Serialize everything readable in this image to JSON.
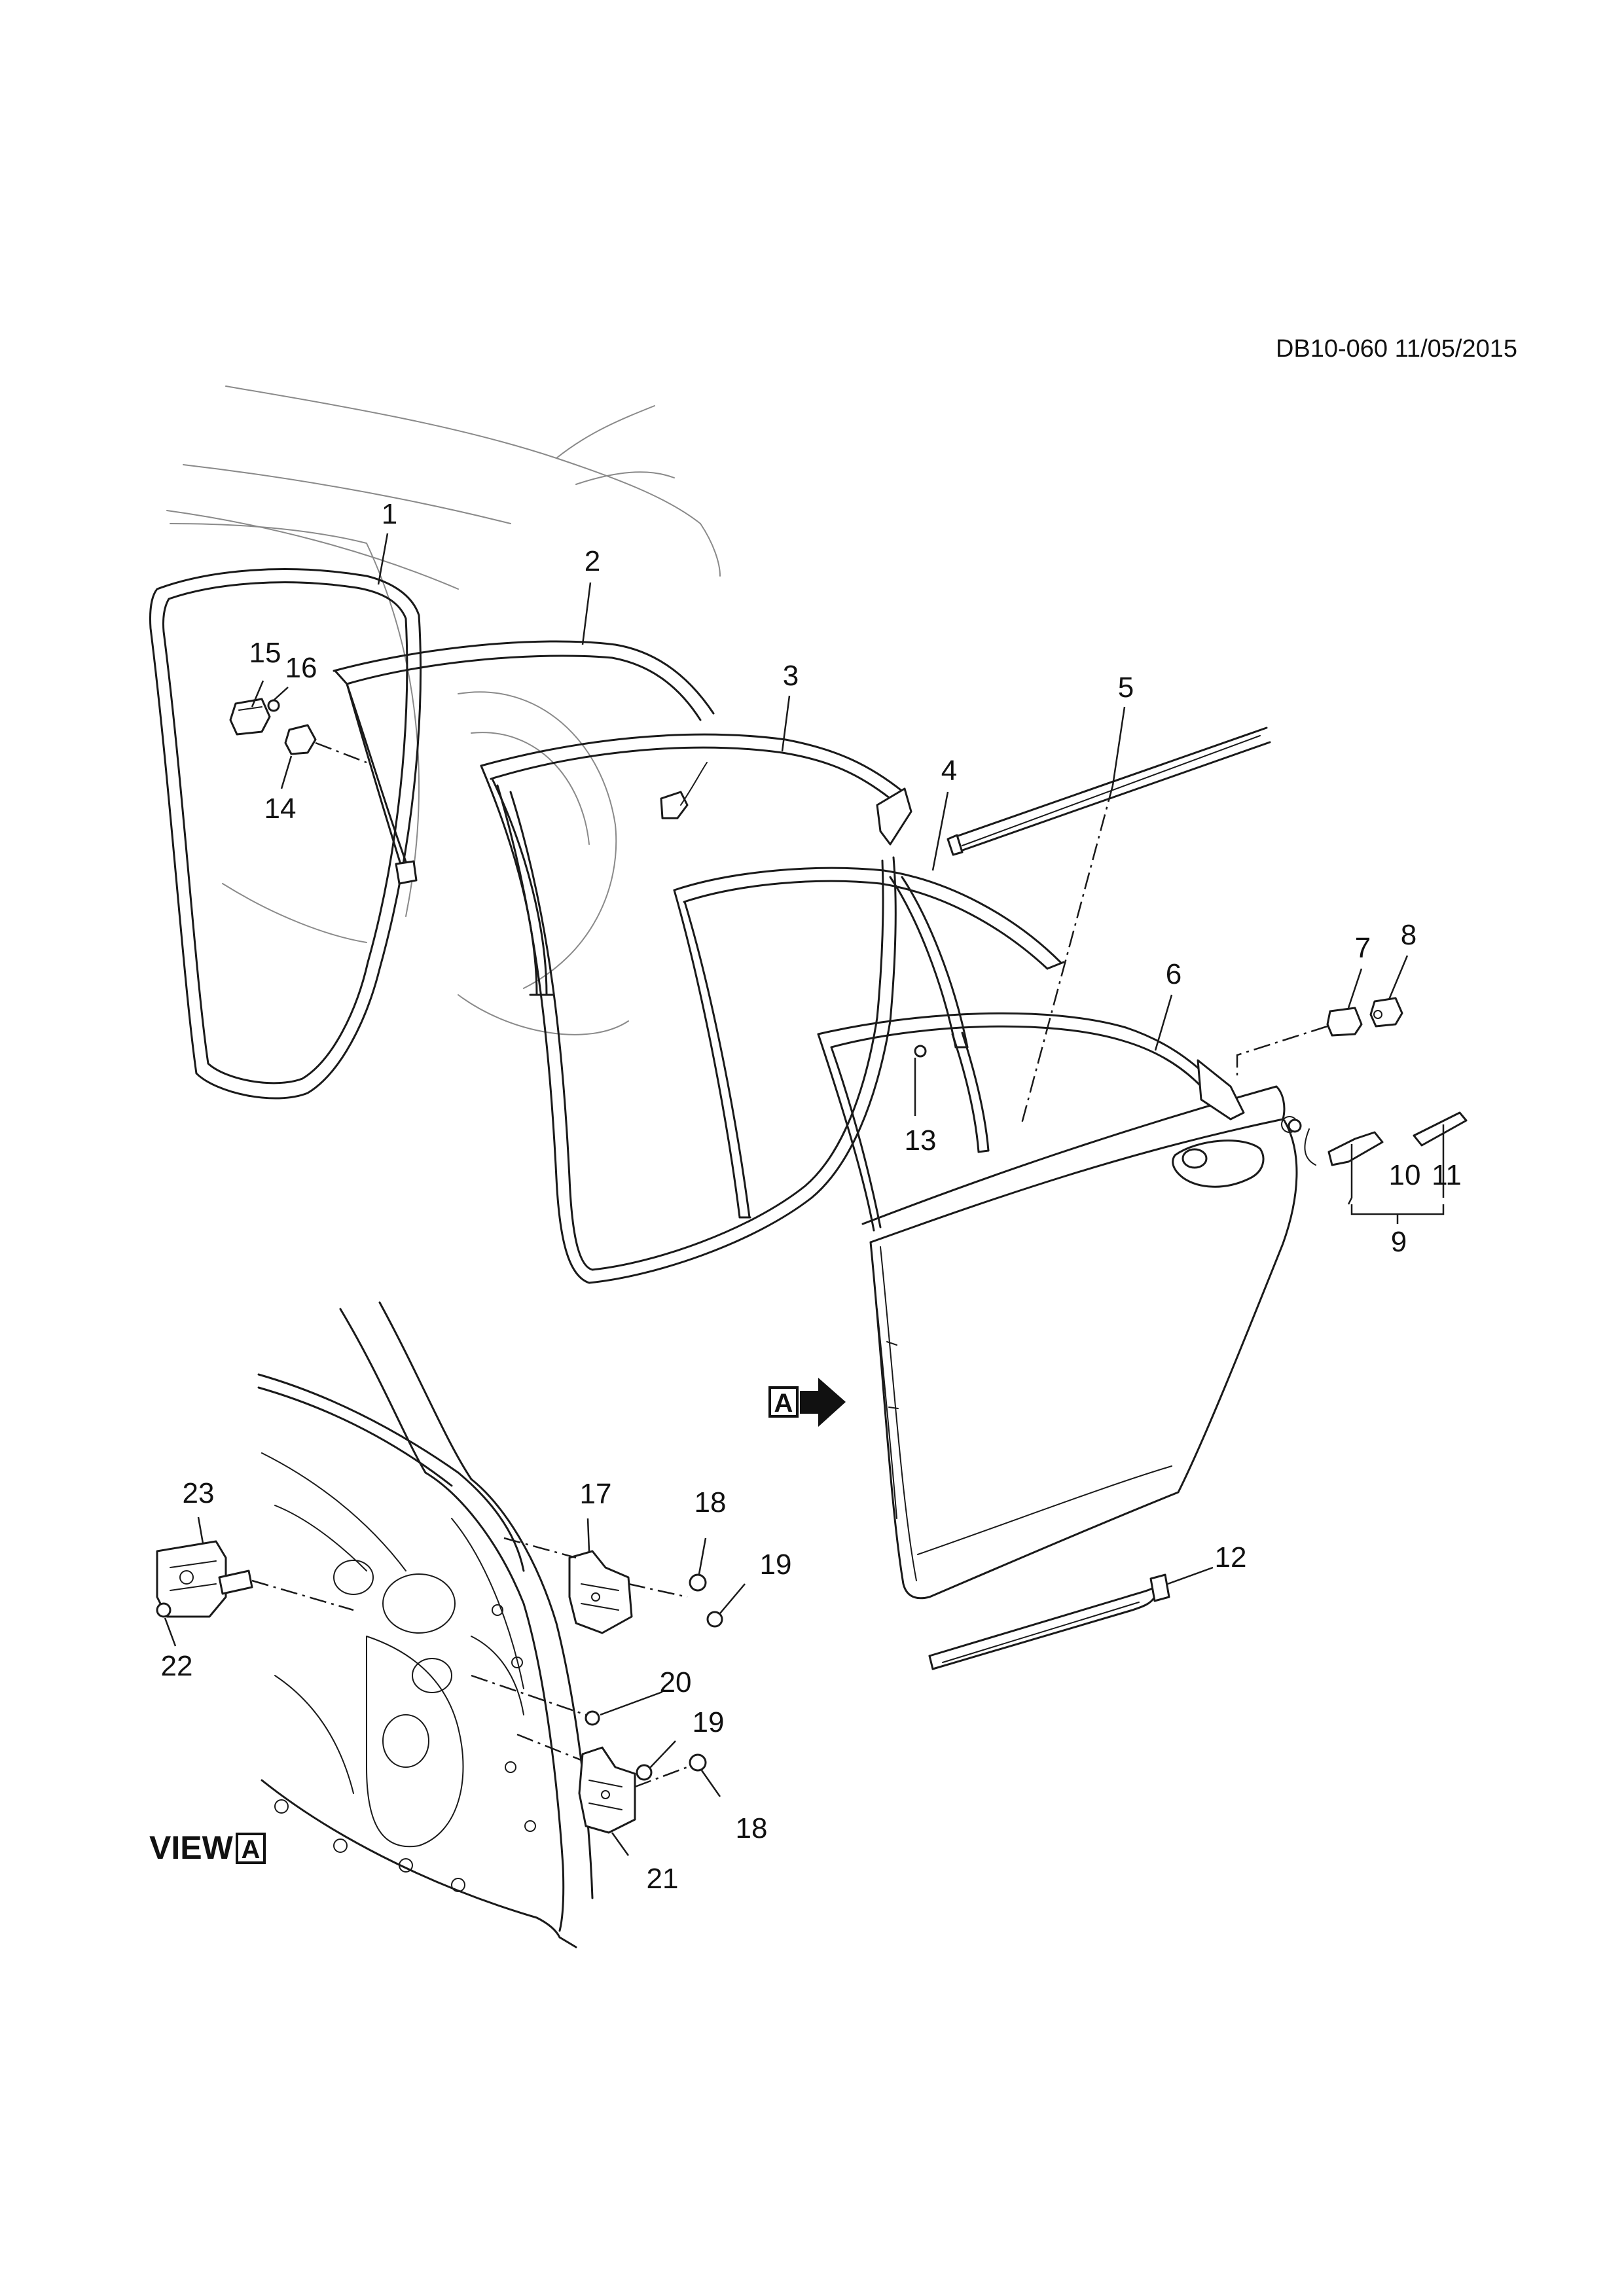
{
  "diagram_code": "DB10-060 11/05/2015",
  "view_label": "VIEW",
  "view_ref": "A",
  "arrow_ref": "A",
  "callouts": [
    {
      "id": "1",
      "label": "1"
    },
    {
      "id": "2",
      "label": "2"
    },
    {
      "id": "3",
      "label": "3"
    },
    {
      "id": "4",
      "label": "4"
    },
    {
      "id": "5",
      "label": "5"
    },
    {
      "id": "6",
      "label": "6"
    },
    {
      "id": "7",
      "label": "7"
    },
    {
      "id": "8",
      "label": "8"
    },
    {
      "id": "9",
      "label": "9"
    },
    {
      "id": "10",
      "label": "10"
    },
    {
      "id": "11",
      "label": "11"
    },
    {
      "id": "12",
      "label": "12"
    },
    {
      "id": "13",
      "label": "13"
    },
    {
      "id": "14",
      "label": "14"
    },
    {
      "id": "15",
      "label": "15"
    },
    {
      "id": "16",
      "label": "16"
    },
    {
      "id": "17",
      "label": "17"
    },
    {
      "id": "18",
      "label": "18"
    },
    {
      "id": "19",
      "label": "19"
    },
    {
      "id": "20",
      "label": "20"
    },
    {
      "id": "19b",
      "label": "19"
    },
    {
      "id": "18b",
      "label": "18"
    },
    {
      "id": "21",
      "label": "21"
    },
    {
      "id": "22",
      "label": "22"
    },
    {
      "id": "23",
      "label": "23"
    }
  ]
}
